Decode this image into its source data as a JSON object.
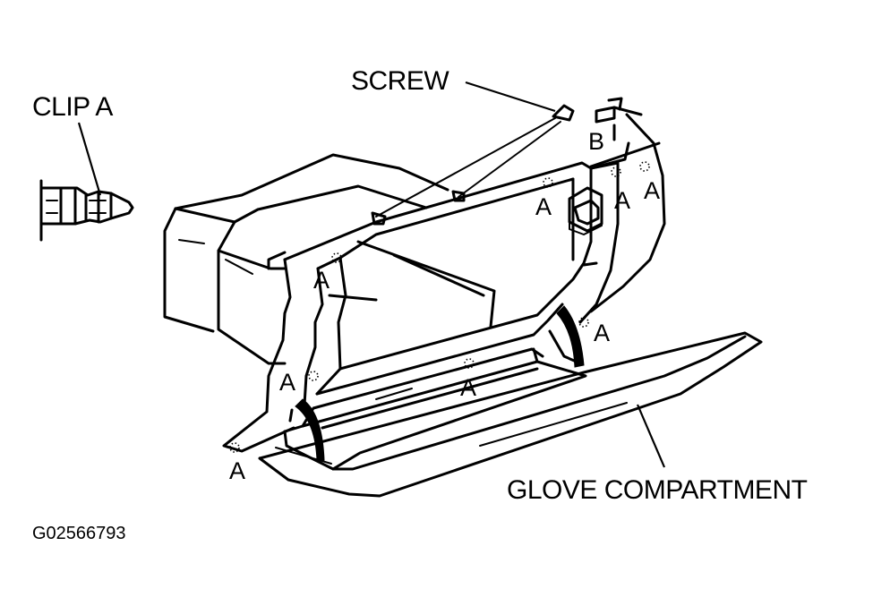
{
  "labels": {
    "clip_a": "CLIP A",
    "screw": "SCREW",
    "glove_compartment": "GLOVE COMPARTMENT",
    "figure_id": "G02566793",
    "marker_a": "A",
    "marker_b": "B"
  },
  "colors": {
    "line": "#000000",
    "background": "#ffffff"
  }
}
